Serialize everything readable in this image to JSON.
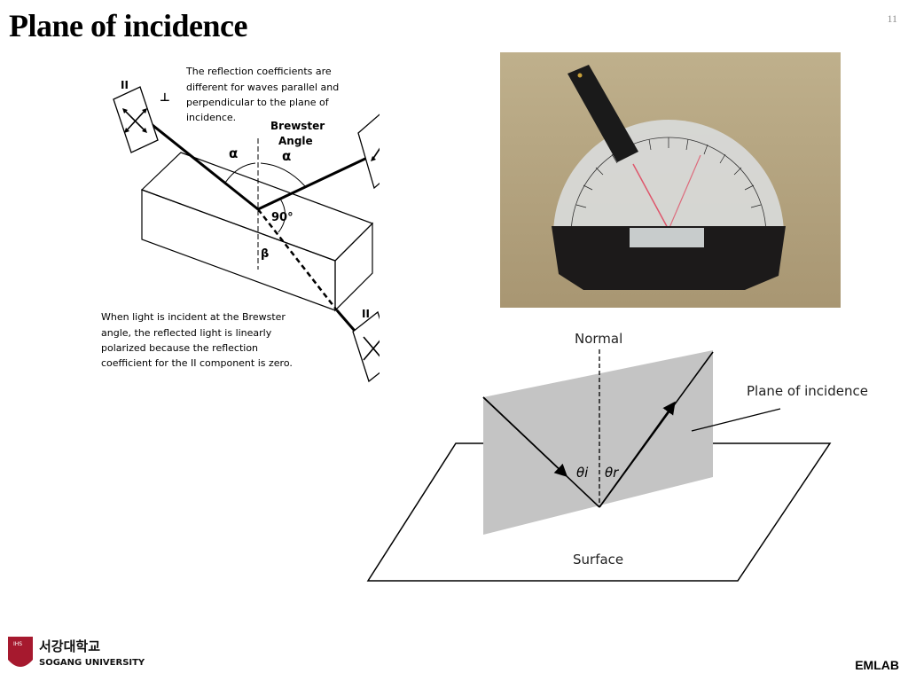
{
  "slide": {
    "title": "Plane of incidence",
    "page_number": "11",
    "footer_lab": "EMLAB"
  },
  "brewster_figure": {
    "caption_top": [
      "The reflection coefficients are",
      "different for waves parallel and",
      "perpendicular to the plane of",
      "incidence."
    ],
    "caption_bottom": [
      "When light is incident at the Brewster",
      "angle, the reflected light is linearly",
      "polarized because the reflection",
      "coefficient for the II component is zero."
    ],
    "brewster_label_1": "Brewster",
    "brewster_label_2": "Angle",
    "alpha_left": "α",
    "alpha_right": "α",
    "right_angle": "90°",
    "beta": "β",
    "parallel_symbol": "II",
    "perp_symbol": "⊥"
  },
  "plane_figure": {
    "normal_label": "Normal",
    "plane_label": "Plane of incidence",
    "surface_label": "Surface",
    "theta_i": "θi",
    "theta_r": "θr"
  },
  "logo": {
    "korean_name": "서강대학교",
    "english_name": "SOGANG UNIVERSITY",
    "crest_text": "IHS"
  }
}
